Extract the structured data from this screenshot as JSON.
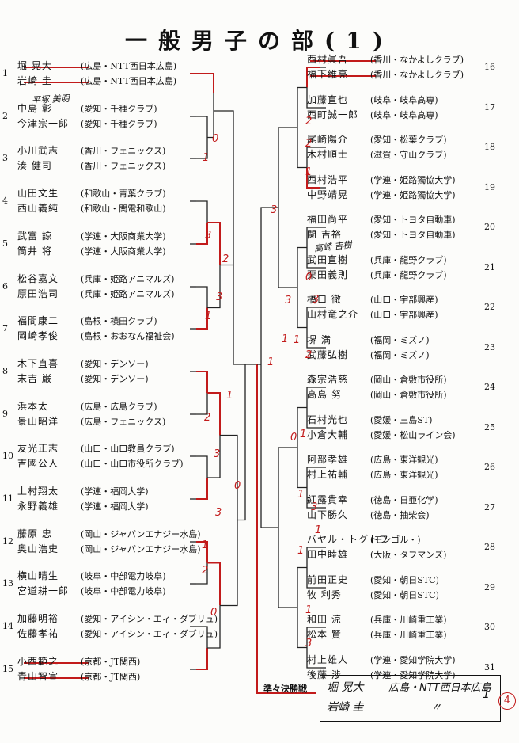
{
  "title": "一般男子の部(1)",
  "left": [
    {
      "no": "1",
      "p": [
        {
          "name": "堀 晃大",
          "team": "(広島・NTT西日本広島)"
        },
        {
          "name": "岩崎 圭",
          "team": "(広島・NTT西日本広島)"
        }
      ]
    },
    {
      "no": "2",
      "p": [
        {
          "name": "中島 彰",
          "team": "(愛知・千種クラブ)"
        },
        {
          "name": "今津宗一郎",
          "team": "(愛知・千種クラブ)"
        }
      ]
    },
    {
      "no": "3",
      "p": [
        {
          "name": "小川武志",
          "team": "(香川・フェニックス)"
        },
        {
          "name": "湊 健司",
          "team": "(香川・フェニックス)"
        }
      ]
    },
    {
      "no": "4",
      "p": [
        {
          "name": "山田文生",
          "team": "(和歌山・青葉クラブ)"
        },
        {
          "name": "西山義純",
          "team": "(和歌山・関電和歌山)"
        }
      ]
    },
    {
      "no": "5",
      "p": [
        {
          "name": "武富 諒",
          "team": "(学連・大阪商業大学)"
        },
        {
          "name": "筒井 将",
          "team": "(学連・大阪商業大学)"
        }
      ]
    },
    {
      "no": "6",
      "p": [
        {
          "name": "松谷嘉文",
          "team": "(兵庫・姫路アニマルズ)"
        },
        {
          "name": "原田浩司",
          "team": "(兵庫・姫路アニマルズ)"
        }
      ]
    },
    {
      "no": "7",
      "p": [
        {
          "name": "福間康二",
          "team": "(島根・横田クラブ)"
        },
        {
          "name": "岡崎孝俊",
          "team": "(島根・おおなん福祉会)"
        }
      ]
    },
    {
      "no": "8",
      "p": [
        {
          "name": "木下直喜",
          "team": "(愛知・デンソー)"
        },
        {
          "name": "末吉 巌",
          "team": "(愛知・デンソー)"
        }
      ]
    },
    {
      "no": "9",
      "p": [
        {
          "name": "浜本太一",
          "team": "(広島・広島クラブ)"
        },
        {
          "name": "景山昭洋",
          "team": "(広島・フェニックス)"
        }
      ]
    },
    {
      "no": "10",
      "p": [
        {
          "name": "友光正志",
          "team": "(山口・山口教員クラブ)"
        },
        {
          "name": "吉國公人",
          "team": "(山口・山口市役所クラブ)"
        }
      ]
    },
    {
      "no": "11",
      "p": [
        {
          "name": "上村翔太",
          "team": "(学連・福岡大学)"
        },
        {
          "name": "永野義雄",
          "team": "(学連・福岡大学)"
        }
      ]
    },
    {
      "no": "12",
      "p": [
        {
          "name": "藤原 忠",
          "team": "(岡山・ジャパンエナジー水島)"
        },
        {
          "name": "奥山浩史",
          "team": "(岡山・ジャパンエナジー水島)"
        }
      ]
    },
    {
      "no": "13",
      "p": [
        {
          "name": "横山晴生",
          "team": "(岐阜・中部電力岐阜)"
        },
        {
          "name": "宮道耕一郎",
          "team": "(岐阜・中部電力岐阜)"
        }
      ]
    },
    {
      "no": "14",
      "p": [
        {
          "name": "加藤明裕",
          "team": "(愛知・アイシン・エィ・ダブリュ)"
        },
        {
          "name": "佐藤孝祐",
          "team": "(愛知・アイシン・エィ・ダブリュ)"
        }
      ]
    },
    {
      "no": "15",
      "p": [
        {
          "name": "小西範之",
          "team": "(京都・JT関西)"
        },
        {
          "name": "青山智宣",
          "team": "(京都・JT関西)"
        }
      ]
    }
  ],
  "right": [
    {
      "no": "16",
      "p": [
        {
          "name": "西村眞吾",
          "team": "(香川・なかよしクラブ)"
        },
        {
          "name": "福下維亮",
          "team": "(香川・なかよしクラブ)"
        }
      ]
    },
    {
      "no": "17",
      "p": [
        {
          "name": "加藤直也",
          "team": "(岐阜・岐阜高専)"
        },
        {
          "name": "西町誠一郎",
          "team": "(岐阜・岐阜高専)"
        }
      ]
    },
    {
      "no": "18",
      "p": [
        {
          "name": "尾崎陽介",
          "team": "(愛知・松葉クラブ)"
        },
        {
          "name": "木村順士",
          "team": "(滋賀・守山クラブ)"
        }
      ]
    },
    {
      "no": "19",
      "p": [
        {
          "name": "西村浩平",
          "team": "(学連・姫路獨協大学)"
        },
        {
          "name": "中野靖晃",
          "team": "(学連・姫路獨協大学)"
        }
      ]
    },
    {
      "no": "20",
      "p": [
        {
          "name": "福田尚平",
          "team": "(愛知・トヨタ自動車)"
        },
        {
          "name": "関 吉裕",
          "team": "(愛知・トヨタ自動車)"
        }
      ]
    },
    {
      "no": "21",
      "p": [
        {
          "name": "武田直樹",
          "team": "(兵庫・龍野クラブ)"
        },
        {
          "name": "栗田義則",
          "team": "(兵庫・龍野クラブ)"
        }
      ]
    },
    {
      "no": "22",
      "p": [
        {
          "name": "橋口 徹",
          "team": "(山口・宇部興産)"
        },
        {
          "name": "山村竜之介",
          "team": "(山口・宇部興産)"
        }
      ]
    },
    {
      "no": "23",
      "p": [
        {
          "name": "堺 満",
          "team": "(福岡・ミズノ)"
        },
        {
          "name": "武藤弘樹",
          "team": "(福岡・ミズノ)"
        }
      ]
    },
    {
      "no": "24",
      "p": [
        {
          "name": "森宗浩慈",
          "team": "(岡山・倉敷市役所)"
        },
        {
          "name": "高島 努",
          "team": "(岡山・倉敷市役所)"
        }
      ]
    },
    {
      "no": "25",
      "p": [
        {
          "name": "石村光也",
          "team": "(愛媛・三島ST)"
        },
        {
          "name": "小倉大輔",
          "team": "(愛媛・松山ライン会)"
        }
      ]
    },
    {
      "no": "26",
      "p": [
        {
          "name": "阿部孝雄",
          "team": "(広島・東洋観光)"
        },
        {
          "name": "村上祐輔",
          "team": "(広島・東洋観光)"
        }
      ]
    },
    {
      "no": "27",
      "p": [
        {
          "name": "紅露貴幸",
          "team": "(徳島・日亜化学)"
        },
        {
          "name": "山下勝久",
          "team": "(徳島・抽柴会)"
        }
      ]
    },
    {
      "no": "28",
      "p": [
        {
          "name": "バヤル・トグトフ",
          "team": "(モンゴル・)"
        },
        {
          "name": "田中睦雄",
          "team": "(大阪・タフマンズ)"
        }
      ]
    },
    {
      "no": "29",
      "p": [
        {
          "name": "前田正史",
          "team": "(愛知・朝日STC)"
        },
        {
          "name": "牧 利秀",
          "team": "(愛知・朝日STC)"
        }
      ]
    },
    {
      "no": "30",
      "p": [
        {
          "name": "和田 涼",
          "team": "(兵庫・川崎重工業)"
        },
        {
          "name": "松本 賢",
          "team": "(兵庫・川崎重工業)"
        }
      ]
    },
    {
      "no": "31",
      "p": [
        {
          "name": "村上雄人",
          "team": "(学連・愛知学院大学)"
        },
        {
          "name": "後藤 渉",
          "team": "(学連・愛知学院大学)"
        }
      ]
    }
  ],
  "final": {
    "label": "準々決勝戦",
    "names": [
      "堀 晃大",
      "岩崎 圭"
    ],
    "team": "広島・NTT西日本広島",
    "team2": "〃",
    "rank": "1"
  },
  "annotations": {
    "note_under_1": "平塚 美明",
    "note_20": "高崎 吉樹",
    "page_circle": "4"
  },
  "scores": [
    {
      "id": "s1",
      "v": "0"
    },
    {
      "id": "s2",
      "v": "1"
    },
    {
      "id": "s3",
      "v": "3"
    },
    {
      "id": "s4",
      "v": "2"
    },
    {
      "id": "s5",
      "v": "3"
    },
    {
      "id": "s6",
      "v": "1"
    },
    {
      "id": "s7",
      "v": "3"
    },
    {
      "id": "s8",
      "v": "1"
    },
    {
      "id": "s9",
      "v": "1"
    },
    {
      "id": "s10",
      "v": "2"
    },
    {
      "id": "s11",
      "v": "3"
    },
    {
      "id": "s12",
      "v": "0"
    },
    {
      "id": "s13",
      "v": "3"
    },
    {
      "id": "s14",
      "v": "1"
    },
    {
      "id": "s15",
      "v": "2"
    },
    {
      "id": "s16",
      "v": "0"
    },
    {
      "id": "s17",
      "v": "1"
    },
    {
      "id": "r1",
      "v": "2"
    },
    {
      "id": "r2",
      "v": "2"
    },
    {
      "id": "r3",
      "v": "1"
    },
    {
      "id": "r4",
      "v": "3"
    },
    {
      "id": "r5",
      "v": "0"
    },
    {
      "id": "r6",
      "v": "3"
    },
    {
      "id": "r7",
      "v": "1"
    },
    {
      "id": "r8",
      "v": "2"
    },
    {
      "id": "r9",
      "v": "0"
    },
    {
      "id": "r10",
      "v": "1"
    },
    {
      "id": "r11",
      "v": "1"
    },
    {
      "id": "r12",
      "v": "3"
    },
    {
      "id": "r13",
      "v": "1"
    },
    {
      "id": "r14",
      "v": "1"
    },
    {
      "id": "r15",
      "v": "1"
    },
    {
      "id": "r16",
      "v": "3"
    }
  ]
}
